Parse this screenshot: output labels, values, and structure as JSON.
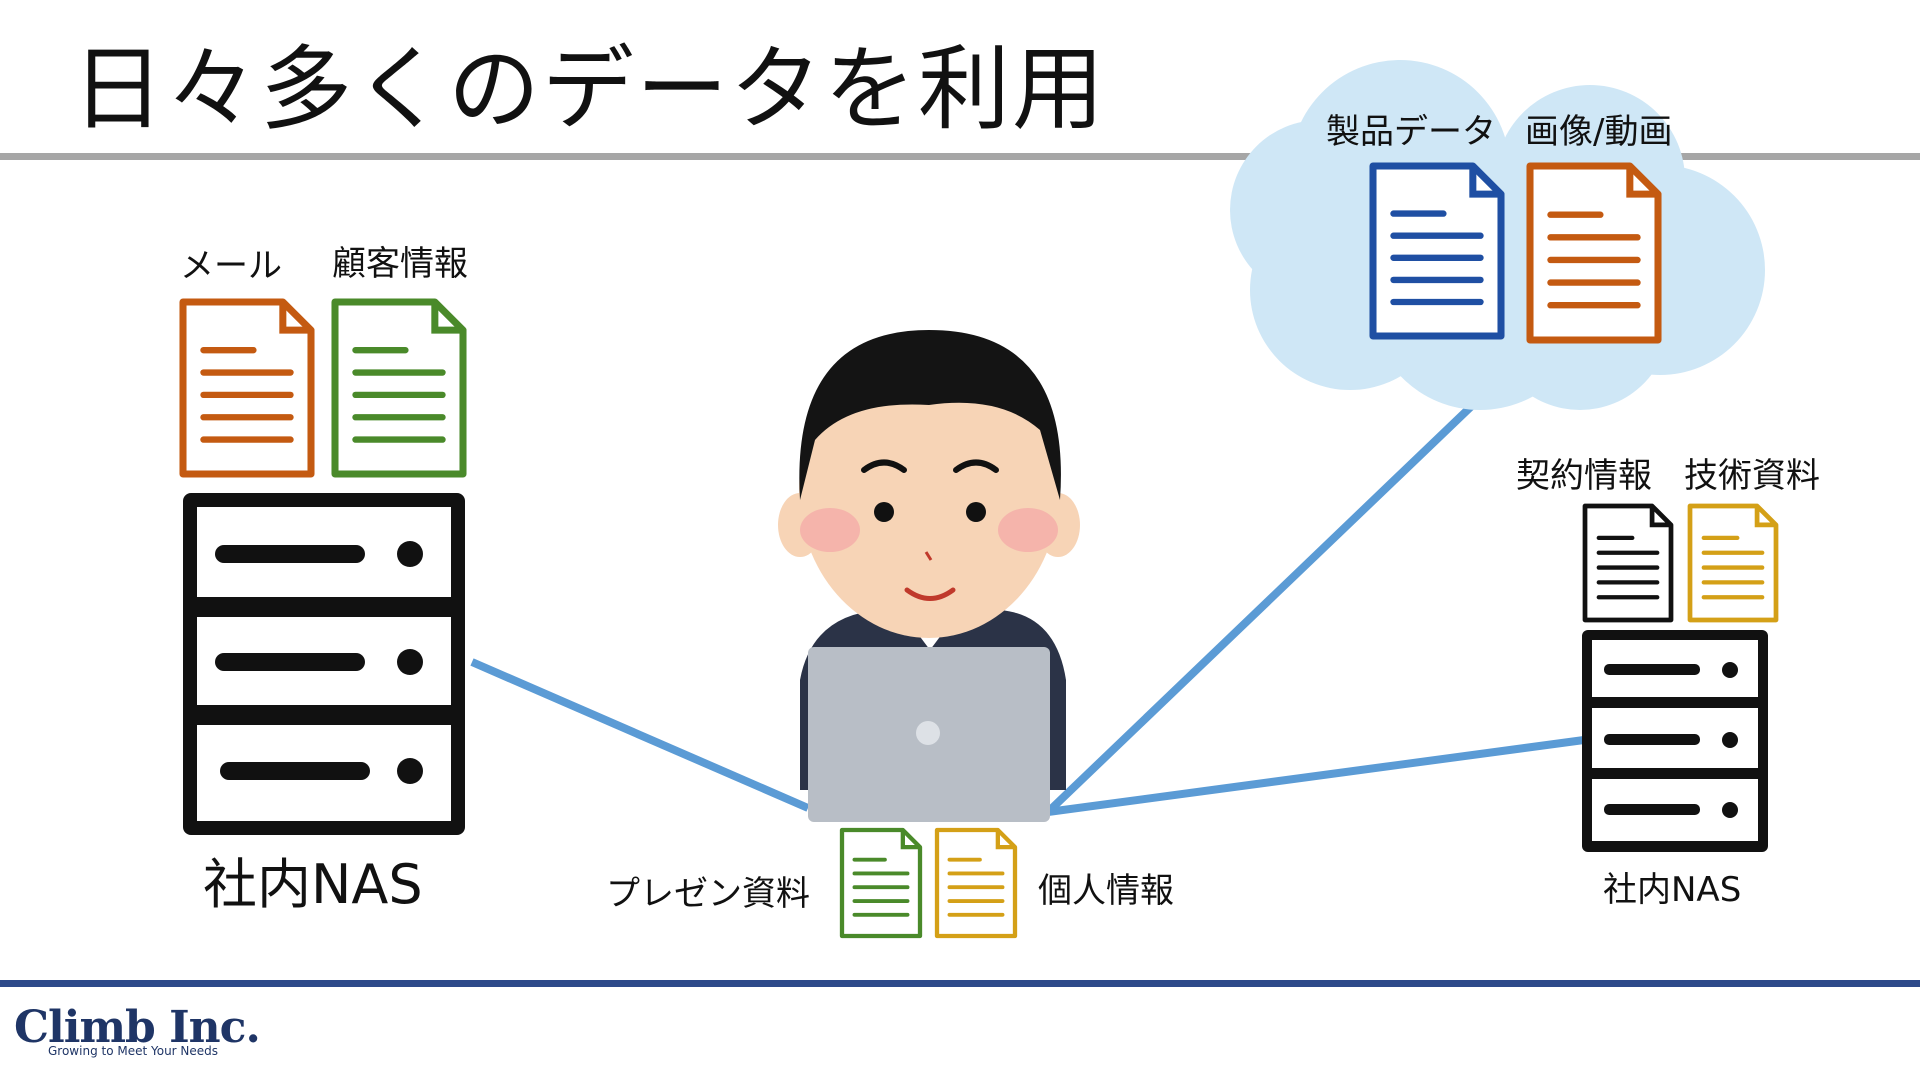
{
  "title": "日々多くのデータを利用",
  "left_group": {
    "docs": [
      {
        "label": "メール",
        "color": "#c45a11"
      },
      {
        "label": "顧客情報",
        "color": "#4a8a2a"
      }
    ],
    "server_label": "社内NAS"
  },
  "cloud_group": {
    "docs": [
      {
        "label": "製品データ",
        "color": "#1f4fa3"
      },
      {
        "label": "画像/動画",
        "color": "#c45a11"
      }
    ],
    "cloud_color": "#cfe7f6"
  },
  "right_group": {
    "docs": [
      {
        "label": "契約情報",
        "color": "#111111"
      },
      {
        "label": "技術資料",
        "color": "#d4a017"
      }
    ],
    "server_label": "社内NAS"
  },
  "center_group": {
    "docs": [
      {
        "label": "プレゼン資料",
        "color": "#4a8a2a"
      },
      {
        "label": "個人情報",
        "color": "#d4a017"
      }
    ]
  },
  "connection_color": "#5b9bd5",
  "logo": {
    "name": "Climb Inc.",
    "tagline": "Growing to Meet Your Needs"
  }
}
